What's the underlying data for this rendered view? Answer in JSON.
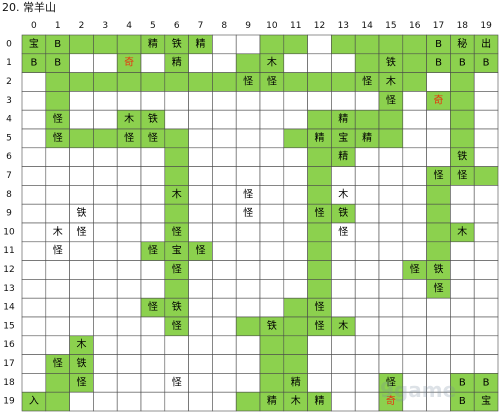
{
  "title": "20. 常羊山",
  "watermark": "9game",
  "colors": {
    "path": "#8cd14e",
    "grid": "#4a4a4a",
    "text": "#000000",
    "special": "#e8320e",
    "background": "#ffffff"
  },
  "col_labels": [
    "0",
    "1",
    "2",
    "3",
    "4",
    "5",
    "6",
    "7",
    "8",
    "9",
    "10",
    "11",
    "12",
    "13",
    "14",
    "15",
    "16",
    "17",
    "18",
    "19"
  ],
  "row_labels": [
    "0",
    "1",
    "2",
    "3",
    "4",
    "5",
    "6",
    "7",
    "8",
    "9",
    "10",
    "11",
    "12",
    "13",
    "14",
    "15",
    "16",
    "17",
    "18",
    "19"
  ],
  "rows": [
    "GGGGGGGG..GG.GGGGGGG",
    "GG..G.G..GG...GGGGGG",
    ".GGGGGGGGGGGGGGGG.G.",
    ".G.............G.GG.",
    ".G..GG......GGGG..G.",
    ".GGGGGG....GGGGG..G.",
    "......G.....GG....G.",
    "......G.....G....GGG",
    "......G.....G....G..",
    "......G.....GG...G..",
    "......G.....G....GG.",
    ".....GGG....G....G..",
    "......G.....G...GG..",
    "......G.....G....G..",
    ".....GG....GG.......",
    "......G..GGGGG......",
    "..G.......GG........",
    ".GG.......GG........",
    ".GG.......GG...G..GG",
    "GG.......GGGG..G..GG"
  ],
  "cells": [
    {
      "r": 0,
      "c": 0,
      "t": "宝"
    },
    {
      "r": 0,
      "c": 1,
      "t": "B"
    },
    {
      "r": 0,
      "c": 5,
      "t": "精"
    },
    {
      "r": 0,
      "c": 6,
      "t": "铁"
    },
    {
      "r": 0,
      "c": 7,
      "t": "精"
    },
    {
      "r": 0,
      "c": 17,
      "t": "B"
    },
    {
      "r": 0,
      "c": 18,
      "t": "秘"
    },
    {
      "r": 0,
      "c": 19,
      "t": "出"
    },
    {
      "r": 1,
      "c": 0,
      "t": "B"
    },
    {
      "r": 1,
      "c": 1,
      "t": "B"
    },
    {
      "r": 1,
      "c": 4,
      "t": "奇",
      "special": true
    },
    {
      "r": 1,
      "c": 6,
      "t": "精"
    },
    {
      "r": 1,
      "c": 10,
      "t": "木"
    },
    {
      "r": 1,
      "c": 15,
      "t": "铁"
    },
    {
      "r": 1,
      "c": 17,
      "t": "B"
    },
    {
      "r": 1,
      "c": 18,
      "t": "B"
    },
    {
      "r": 1,
      "c": 19,
      "t": "B"
    },
    {
      "r": 2,
      "c": 9,
      "t": "怪"
    },
    {
      "r": 2,
      "c": 10,
      "t": "怪"
    },
    {
      "r": 2,
      "c": 14,
      "t": "怪"
    },
    {
      "r": 2,
      "c": 15,
      "t": "木"
    },
    {
      "r": 3,
      "c": 15,
      "t": "怪"
    },
    {
      "r": 3,
      "c": 17,
      "t": "奇",
      "special": true
    },
    {
      "r": 4,
      "c": 1,
      "t": "怪"
    },
    {
      "r": 4,
      "c": 4,
      "t": "木"
    },
    {
      "r": 4,
      "c": 5,
      "t": "铁"
    },
    {
      "r": 4,
      "c": 13,
      "t": "精"
    },
    {
      "r": 5,
      "c": 1,
      "t": "怪"
    },
    {
      "r": 5,
      "c": 4,
      "t": "怪"
    },
    {
      "r": 5,
      "c": 5,
      "t": "怪"
    },
    {
      "r": 5,
      "c": 12,
      "t": "精"
    },
    {
      "r": 5,
      "c": 13,
      "t": "宝"
    },
    {
      "r": 5,
      "c": 14,
      "t": "精"
    },
    {
      "r": 6,
      "c": 13,
      "t": "精"
    },
    {
      "r": 6,
      "c": 18,
      "t": "铁"
    },
    {
      "r": 7,
      "c": 17,
      "t": "怪"
    },
    {
      "r": 7,
      "c": 18,
      "t": "怪"
    },
    {
      "r": 8,
      "c": 6,
      "t": "木"
    },
    {
      "r": 8,
      "c": 9,
      "t": "怪"
    },
    {
      "r": 8,
      "c": 13,
      "t": "木"
    },
    {
      "r": 9,
      "c": 2,
      "t": "铁"
    },
    {
      "r": 9,
      "c": 9,
      "t": "怪"
    },
    {
      "r": 9,
      "c": 12,
      "t": "怪"
    },
    {
      "r": 9,
      "c": 13,
      "t": "铁"
    },
    {
      "r": 10,
      "c": 1,
      "t": "木"
    },
    {
      "r": 10,
      "c": 2,
      "t": "怪"
    },
    {
      "r": 10,
      "c": 6,
      "t": "怪"
    },
    {
      "r": 10,
      "c": 13,
      "t": "怪"
    },
    {
      "r": 10,
      "c": 18,
      "t": "木"
    },
    {
      "r": 11,
      "c": 1,
      "t": "怪"
    },
    {
      "r": 11,
      "c": 5,
      "t": "怪"
    },
    {
      "r": 11,
      "c": 6,
      "t": "宝"
    },
    {
      "r": 11,
      "c": 7,
      "t": "怪"
    },
    {
      "r": 12,
      "c": 6,
      "t": "怪"
    },
    {
      "r": 12,
      "c": 16,
      "t": "怪"
    },
    {
      "r": 12,
      "c": 17,
      "t": "铁"
    },
    {
      "r": 13,
      "c": 17,
      "t": "怪"
    },
    {
      "r": 14,
      "c": 5,
      "t": "怪"
    },
    {
      "r": 14,
      "c": 6,
      "t": "铁"
    },
    {
      "r": 14,
      "c": 12,
      "t": "怪"
    },
    {
      "r": 15,
      "c": 6,
      "t": "怪"
    },
    {
      "r": 15,
      "c": 10,
      "t": "铁"
    },
    {
      "r": 15,
      "c": 12,
      "t": "怪"
    },
    {
      "r": 15,
      "c": 13,
      "t": "木"
    },
    {
      "r": 16,
      "c": 2,
      "t": "木"
    },
    {
      "r": 17,
      "c": 1,
      "t": "怪"
    },
    {
      "r": 17,
      "c": 2,
      "t": "铁"
    },
    {
      "r": 18,
      "c": 2,
      "t": "怪"
    },
    {
      "r": 18,
      "c": 6,
      "t": "怪"
    },
    {
      "r": 18,
      "c": 11,
      "t": "精"
    },
    {
      "r": 18,
      "c": 15,
      "t": "怪"
    },
    {
      "r": 18,
      "c": 18,
      "t": "B"
    },
    {
      "r": 18,
      "c": 19,
      "t": "B"
    },
    {
      "r": 19,
      "c": 0,
      "t": "入"
    },
    {
      "r": 19,
      "c": 10,
      "t": "精"
    },
    {
      "r": 19,
      "c": 11,
      "t": "木"
    },
    {
      "r": 19,
      "c": 12,
      "t": "精"
    },
    {
      "r": 19,
      "c": 15,
      "t": "奇",
      "special": true
    },
    {
      "r": 19,
      "c": 18,
      "t": "B"
    },
    {
      "r": 19,
      "c": 19,
      "t": "宝"
    }
  ]
}
